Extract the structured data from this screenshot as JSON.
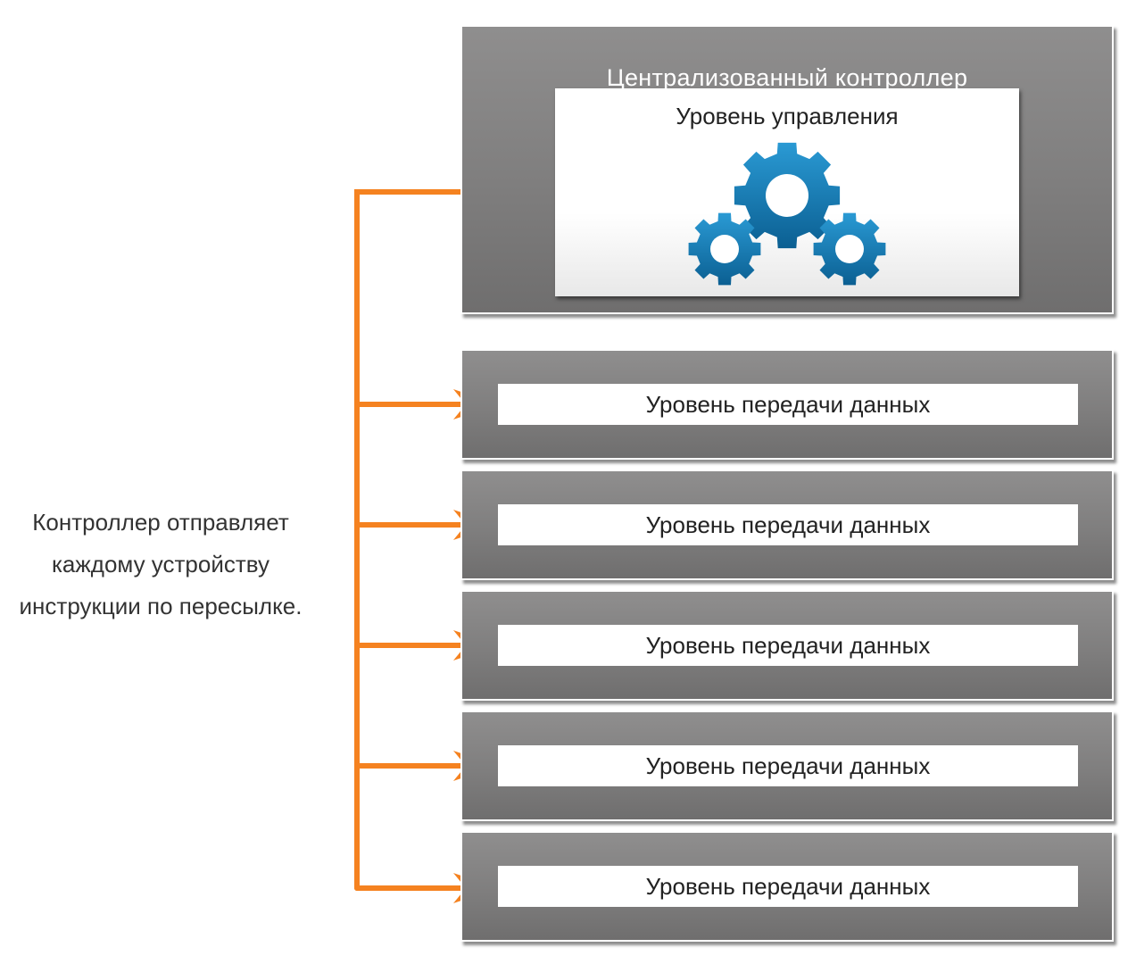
{
  "controller": {
    "title": "Централизованный контроллер",
    "control_plane_label": "Уровень управления",
    "gears_icon": "gears-icon"
  },
  "data_planes": [
    {
      "label": "Уровень передачи данных"
    },
    {
      "label": "Уровень передачи данных"
    },
    {
      "label": "Уровень передачи данных"
    },
    {
      "label": "Уровень передачи данных"
    },
    {
      "label": "Уровень передачи данных"
    }
  ],
  "caption": {
    "line1": "Контроллер отправляет",
    "line2": "каждому устройству",
    "line3": "инструкции по пересылке."
  },
  "colors": {
    "arrow": "#f58220",
    "panel": "#808080",
    "gear": "#1a7fb5"
  }
}
